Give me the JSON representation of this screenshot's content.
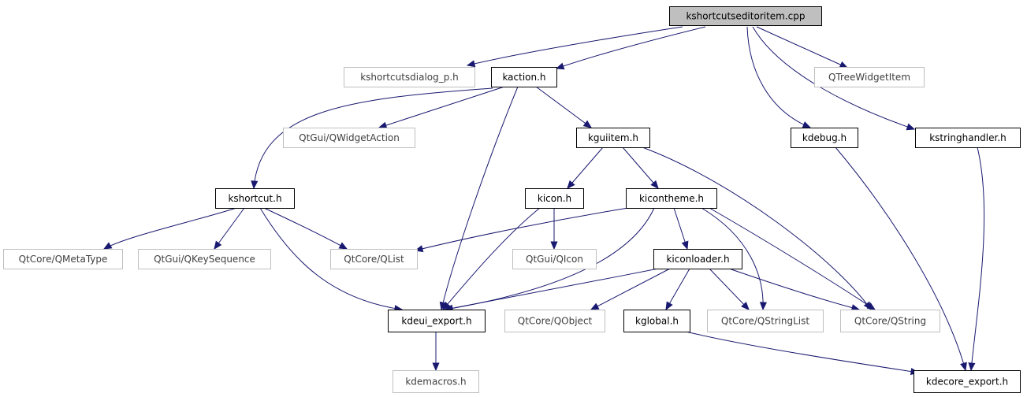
{
  "colors": {
    "edge": "#191970",
    "root_fill": "#bfbfbf",
    "node_fill": "#ffffff",
    "node_border": "#000000",
    "external_border": "#bfbfbf",
    "text": "#000000",
    "external_text": "#404040"
  },
  "nodes": [
    {
      "id": "kshortcutseditoritem_cpp",
      "label": "kshortcutseditoritem.cpp",
      "kind": "root"
    },
    {
      "id": "kshortcutsdialog_p_h",
      "label": "kshortcutsdialog_p.h",
      "kind": "external"
    },
    {
      "id": "kaction_h",
      "label": "kaction.h",
      "kind": "local"
    },
    {
      "id": "qtreewidgetitem",
      "label": "QTreeWidgetItem",
      "kind": "external"
    },
    {
      "id": "qwidgetaction",
      "label": "QtGui/QWidgetAction",
      "kind": "external"
    },
    {
      "id": "kguiitem_h",
      "label": "kguiitem.h",
      "kind": "local"
    },
    {
      "id": "kdebug_h",
      "label": "kdebug.h",
      "kind": "local"
    },
    {
      "id": "kstringhandler_h",
      "label": "kstringhandler.h",
      "kind": "local"
    },
    {
      "id": "kshortcut_h",
      "label": "kshortcut.h",
      "kind": "local"
    },
    {
      "id": "kicon_h",
      "label": "kicon.h",
      "kind": "local"
    },
    {
      "id": "kicontheme_h",
      "label": "kicontheme.h",
      "kind": "local"
    },
    {
      "id": "qmetatype",
      "label": "QtCore/QMetaType",
      "kind": "external"
    },
    {
      "id": "qkeysequence",
      "label": "QtGui/QKeySequence",
      "kind": "external"
    },
    {
      "id": "qlist",
      "label": "QtCore/QList",
      "kind": "external"
    },
    {
      "id": "qicon",
      "label": "QtGui/QIcon",
      "kind": "external"
    },
    {
      "id": "kiconloader_h",
      "label": "kiconloader.h",
      "kind": "local"
    },
    {
      "id": "kdeui_export_h",
      "label": "kdeui_export.h",
      "kind": "local"
    },
    {
      "id": "qobject",
      "label": "QtCore/QObject",
      "kind": "external"
    },
    {
      "id": "kglobal_h",
      "label": "kglobal.h",
      "kind": "local"
    },
    {
      "id": "qstringlist",
      "label": "QtCore/QStringList",
      "kind": "external"
    },
    {
      "id": "qstring",
      "label": "QtCore/QString",
      "kind": "external"
    },
    {
      "id": "kdemacros_h",
      "label": "kdemacros.h",
      "kind": "external"
    },
    {
      "id": "kdecore_export_h",
      "label": "kdecore_export.h",
      "kind": "local"
    }
  ],
  "edges": [
    {
      "from": "kshortcutseditoritem_cpp",
      "to": "kshortcutsdialog_p_h"
    },
    {
      "from": "kshortcutseditoritem_cpp",
      "to": "kaction_h"
    },
    {
      "from": "kshortcutseditoritem_cpp",
      "to": "qtreewidgetitem"
    },
    {
      "from": "kshortcutseditoritem_cpp",
      "to": "kdebug_h"
    },
    {
      "from": "kshortcutseditoritem_cpp",
      "to": "kstringhandler_h"
    },
    {
      "from": "kaction_h",
      "to": "qwidgetaction"
    },
    {
      "from": "kaction_h",
      "to": "kguiitem_h"
    },
    {
      "from": "kaction_h",
      "to": "kshortcut_h"
    },
    {
      "from": "kaction_h",
      "to": "kdeui_export_h"
    },
    {
      "from": "kguiitem_h",
      "to": "kicon_h"
    },
    {
      "from": "kguiitem_h",
      "to": "kicontheme_h"
    },
    {
      "from": "kguiitem_h",
      "to": "qstring"
    },
    {
      "from": "kdebug_h",
      "to": "kdecore_export_h"
    },
    {
      "from": "kstringhandler_h",
      "to": "kdecore_export_h"
    },
    {
      "from": "kshortcut_h",
      "to": "qmetatype"
    },
    {
      "from": "kshortcut_h",
      "to": "qkeysequence"
    },
    {
      "from": "kshortcut_h",
      "to": "qlist"
    },
    {
      "from": "kshortcut_h",
      "to": "kdeui_export_h"
    },
    {
      "from": "kicon_h",
      "to": "qicon"
    },
    {
      "from": "kicon_h",
      "to": "kdeui_export_h"
    },
    {
      "from": "kicontheme_h",
      "to": "qlist"
    },
    {
      "from": "kicontheme_h",
      "to": "kiconloader_h"
    },
    {
      "from": "kicontheme_h",
      "to": "kdeui_export_h"
    },
    {
      "from": "kicontheme_h",
      "to": "qstringlist"
    },
    {
      "from": "kicontheme_h",
      "to": "qstring"
    },
    {
      "from": "kiconloader_h",
      "to": "kdeui_export_h"
    },
    {
      "from": "kiconloader_h",
      "to": "qobject"
    },
    {
      "from": "kiconloader_h",
      "to": "kglobal_h"
    },
    {
      "from": "kiconloader_h",
      "to": "qstringlist"
    },
    {
      "from": "kiconloader_h",
      "to": "qstring"
    },
    {
      "from": "kdeui_export_h",
      "to": "kdemacros_h"
    },
    {
      "from": "kglobal_h",
      "to": "kdecore_export_h"
    }
  ]
}
